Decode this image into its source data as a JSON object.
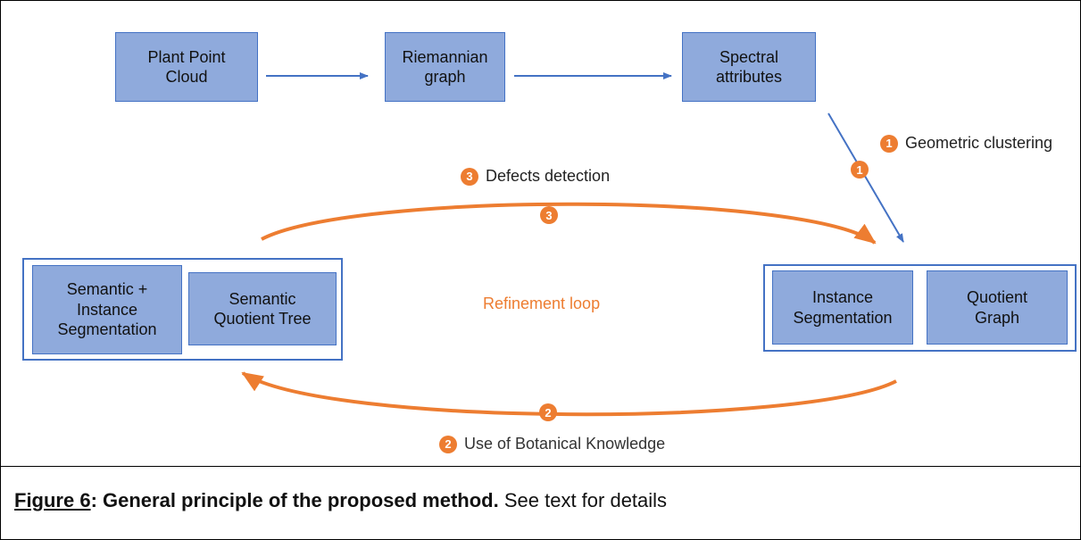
{
  "nodes": {
    "plant_point_cloud": "Plant Point\nCloud",
    "riemannian_graph": "Riemannian\ngraph",
    "spectral_attributes": "Spectral\nattributes",
    "semantic_instance_segmentation": "Semantic +\nInstance\nSegmentation",
    "semantic_quotient_tree": "Semantic\nQuotient Tree",
    "instance_segmentation": "Instance\nSegmentation",
    "quotient_graph": "Quotient\nGraph"
  },
  "labels": {
    "geometric_clustering": {
      "badge": "1",
      "text": "Geometric clustering"
    },
    "defects_detection": {
      "badge": "3",
      "text": "Defects detection"
    },
    "refinement_loop": "Refinement loop",
    "botanical_knowledge": {
      "badge": "2",
      "text": "Use of Botanical Knowledge"
    }
  },
  "edge_badges": {
    "geometric": "1",
    "defects": "3",
    "botanical": "2"
  },
  "caption": {
    "figure_number": "Figure 6",
    "title": ": General principle of the proposed method.",
    "rest": " See text for details"
  },
  "colors": {
    "node_fill": "#8faadc",
    "blue": "#4472c4",
    "orange": "#ed7d31"
  }
}
